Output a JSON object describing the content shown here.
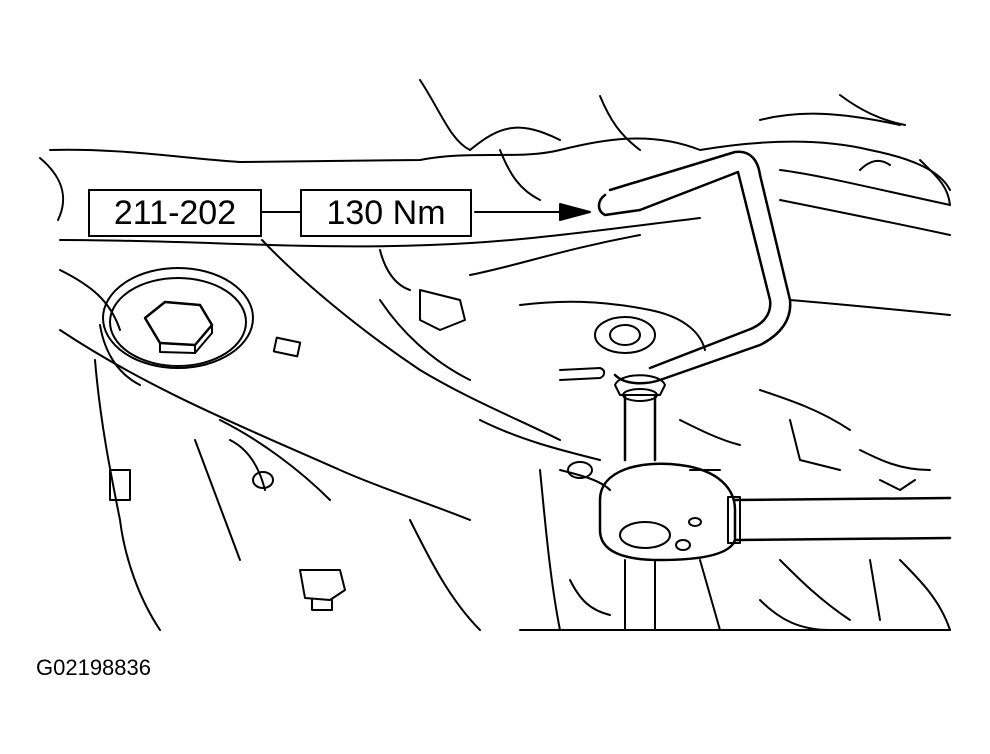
{
  "callouts": {
    "tool_number": "211-202",
    "torque_value": "130 Nm"
  },
  "figure": {
    "id": "G02198836"
  },
  "colors": {
    "line": "#000000",
    "background": "#ffffff"
  }
}
